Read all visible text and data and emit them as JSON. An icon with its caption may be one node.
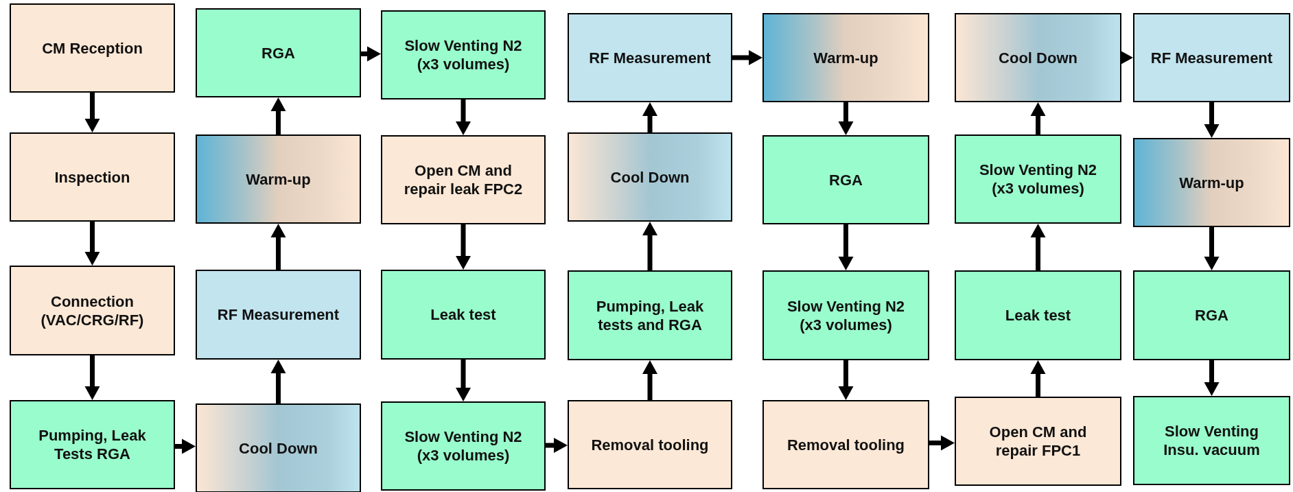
{
  "diagram": {
    "nodes": [
      {
        "text": [
          "CM Reception"
        ]
      },
      {
        "text": [
          "Inspection"
        ]
      },
      {
        "text": [
          "Connection (VAC/CRG/RF)"
        ]
      },
      {
        "text": [
          "Pumping, Leak Tests RGA"
        ]
      },
      {
        "text": [
          "RGA"
        ]
      },
      {
        "text": [
          "Warm-up"
        ]
      },
      {
        "text": [
          "RF Measurement"
        ]
      },
      {
        "text": [
          "Cool Down"
        ]
      },
      {
        "text": [
          "Slow Venting N2 (x3 volumes)"
        ]
      },
      {
        "text": [
          "Open CM and repair leak FPC2"
        ]
      },
      {
        "text": [
          "Leak test"
        ]
      },
      {
        "text": [
          "Slow Venting N2 (x3 volumes)"
        ]
      },
      {
        "text": [
          "RF Measurement"
        ]
      },
      {
        "text": [
          "Cool Down"
        ]
      },
      {
        "text": [
          "Pumping, Leak tests and RGA"
        ]
      },
      {
        "text": [
          "Removal tooling"
        ]
      },
      {
        "text": [
          "Warm-up"
        ]
      },
      {
        "text": [
          "RGA"
        ]
      },
      {
        "text": [
          "Slow Venting N2 (x3 volumes)"
        ]
      },
      {
        "text": [
          "Removal tooling"
        ]
      },
      {
        "text": [
          "Cool Down"
        ]
      },
      {
        "text": [
          "Slow Venting N2 (x3 volumes)"
        ]
      },
      {
        "text": [
          "Leak test"
        ]
      },
      {
        "text": [
          "Open CM and repair FPC1"
        ]
      },
      {
        "text": [
          "RF Measurement"
        ]
      },
      {
        "text": [
          "Warm-up"
        ]
      },
      {
        "text": [
          "RGA"
        ]
      },
      {
        "text": [
          "Slow Venting Insu. vacuum"
        ]
      }
    ],
    "edges": [
      {
        "from": 0,
        "to": 1,
        "arrow": "to"
      },
      {
        "from": 1,
        "to": 2,
        "arrow": "to"
      },
      {
        "from": 2,
        "to": 3,
        "arrow": "to"
      },
      {
        "from": 3,
        "to": 7,
        "arrow": "to"
      },
      {
        "from": 7,
        "to": 6,
        "arrow": "to"
      },
      {
        "from": 6,
        "to": 5,
        "arrow": "to"
      },
      {
        "from": 5,
        "to": 4,
        "arrow": "to"
      },
      {
        "from": 4,
        "to": 8,
        "arrow": "to"
      },
      {
        "from": 8,
        "to": 9,
        "arrow": "to"
      },
      {
        "from": 9,
        "to": 10,
        "arrow": "to"
      },
      {
        "from": 10,
        "to": 11,
        "arrow": "to"
      },
      {
        "from": 11,
        "to": 15,
        "arrow": "to"
      },
      {
        "from": 15,
        "to": 14,
        "arrow": "to"
      },
      {
        "from": 14,
        "to": 13,
        "arrow": "to"
      },
      {
        "from": 13,
        "to": 12,
        "arrow": "to"
      },
      {
        "from": 12,
        "to": 16,
        "arrow": "to"
      },
      {
        "from": 16,
        "to": 17,
        "arrow": "to"
      },
      {
        "from": 17,
        "to": 18,
        "arrow": "to"
      },
      {
        "from": 18,
        "to": 19,
        "arrow": "to"
      },
      {
        "from": 19,
        "to": 23,
        "arrow": "to"
      },
      {
        "from": 23,
        "to": 22,
        "arrow": "to"
      },
      {
        "from": 22,
        "to": 21,
        "arrow": "to"
      },
      {
        "from": 21,
        "to": 20,
        "arrow": "to"
      },
      {
        "from": 20,
        "to": 24,
        "arrow": "to"
      },
      {
        "from": 24,
        "to": 25,
        "arrow": "to"
      },
      {
        "from": 25,
        "to": 26,
        "arrow": "to"
      },
      {
        "from": 26,
        "to": 27,
        "arrow": "to"
      }
    ]
  }
}
